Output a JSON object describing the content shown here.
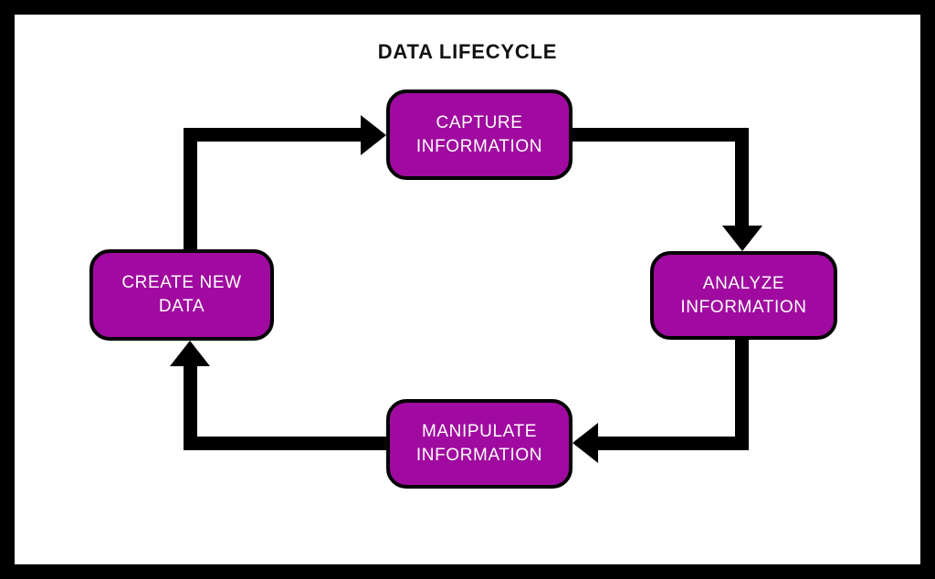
{
  "title": "DATA LIFECYCLE",
  "diagram": {
    "type": "cycle-flowchart",
    "nodes": [
      {
        "id": "capture-information",
        "label": "CAPTURE INFORMATION",
        "position": "top"
      },
      {
        "id": "analyze-information",
        "label": "ANALYZE INFORMATION",
        "position": "right"
      },
      {
        "id": "manipulate-information",
        "label": "MANIPULATE INFORMATION",
        "position": "bottom"
      },
      {
        "id": "create-new-data",
        "label": "CREATE NEW DATA",
        "position": "left"
      }
    ],
    "edges": [
      {
        "from": "create-new-data",
        "to": "capture-information",
        "direction": "up-then-right"
      },
      {
        "from": "capture-information",
        "to": "analyze-information",
        "direction": "right-then-down"
      },
      {
        "from": "analyze-information",
        "to": "manipulate-information",
        "direction": "down-then-left"
      },
      {
        "from": "manipulate-information",
        "to": "create-new-data",
        "direction": "left-then-up"
      }
    ]
  },
  "colors": {
    "node_fill": "#A00AA0",
    "node_border": "#000000",
    "node_text": "#ffffff",
    "connector": "#000000",
    "frame": "#000000",
    "background": "#ffffff",
    "title_color": "#111111"
  }
}
